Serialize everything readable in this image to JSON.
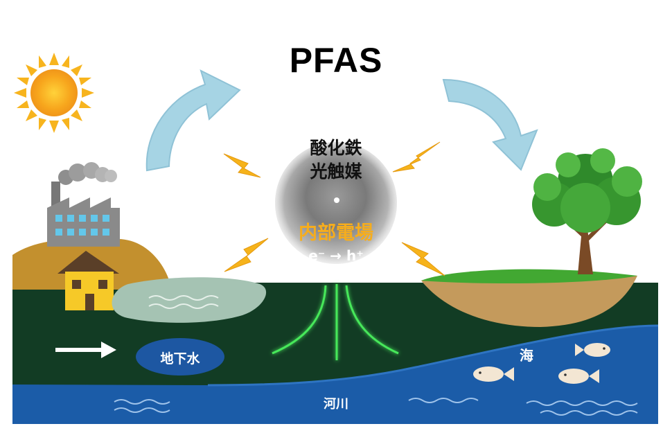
{
  "title": "PFAS",
  "catalyst": {
    "line1": "酸化鉄",
    "line2": "光触媒"
  },
  "internal_field": "内部電場",
  "charge_transfer": "e⁻ → h⁺",
  "groundwater": "地下水",
  "river": "河川",
  "sea": "海",
  "icons": [
    "sun-icon",
    "factory-icon",
    "house-icon",
    "tree-icon",
    "fish-icon",
    "lightning-icon",
    "cycle-arrow-icon",
    "flow-arrow-icon"
  ],
  "colors": {
    "ground_dark": "#123c24",
    "water_blue": "#1b5ca8",
    "cycle_arrow": "#a6d4e4",
    "lightning": "#f6b31b",
    "field_text": "#f6ad1d",
    "field_lines": "#47e85a"
  }
}
